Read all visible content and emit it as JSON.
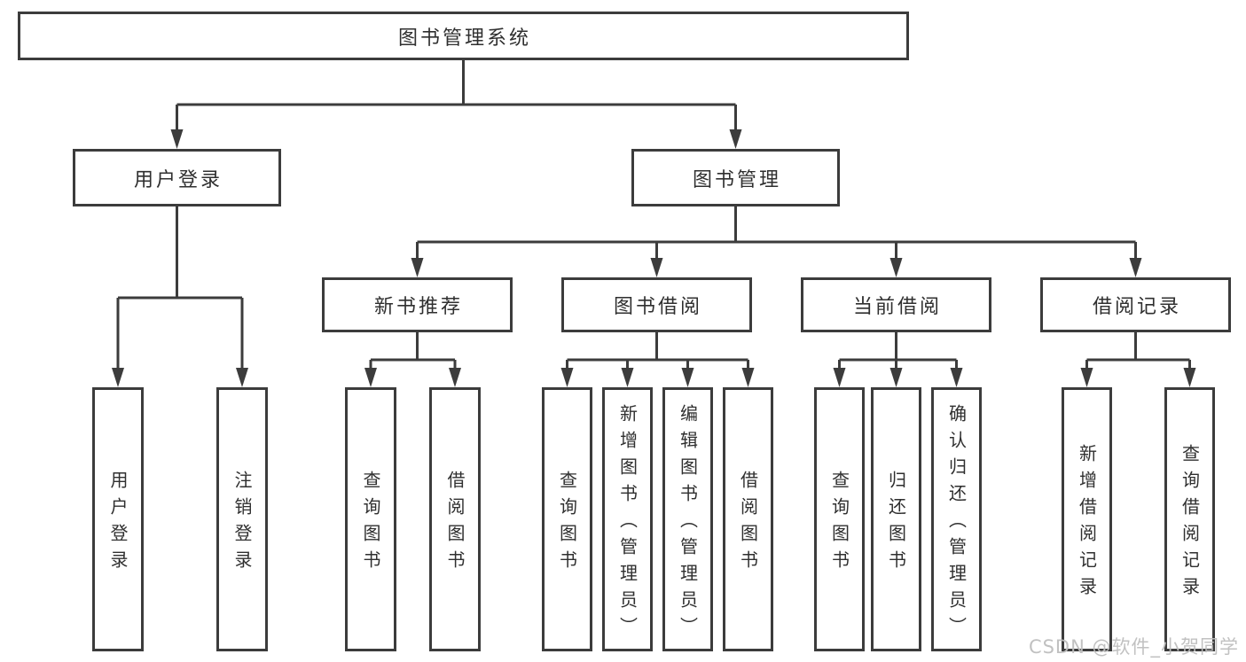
{
  "diagram": {
    "tree": {
      "label": "图书管理系统",
      "children": [
        {
          "label": "用户登录",
          "children": [
            {
              "label": "用户登录"
            },
            {
              "label": "注销登录"
            }
          ]
        },
        {
          "label": "图书管理",
          "children": [
            {
              "label": "新书推荐",
              "children": [
                {
                  "label": "查询图书"
                },
                {
                  "label": "借阅图书"
                }
              ]
            },
            {
              "label": "图书借阅",
              "children": [
                {
                  "label": "查询图书"
                },
                {
                  "label": "新增图书（管理员）"
                },
                {
                  "label": "编辑图书（管理员）"
                },
                {
                  "label": "借阅图书"
                }
              ]
            },
            {
              "label": "当前借阅",
              "children": [
                {
                  "label": "查询图书"
                },
                {
                  "label": "归还图书"
                },
                {
                  "label": "确认归还（管理员）"
                }
              ]
            },
            {
              "label": "借阅记录",
              "children": [
                {
                  "label": "新增借阅记录"
                },
                {
                  "label": "查询借阅记录"
                }
              ]
            }
          ]
        }
      ]
    },
    "colors": {
      "line": "#3c3c3c",
      "text": "#2f2f2f",
      "background": "#ffffff",
      "watermark": "#bebebe"
    }
  },
  "watermark": "CSDN @软件_小贺同学"
}
